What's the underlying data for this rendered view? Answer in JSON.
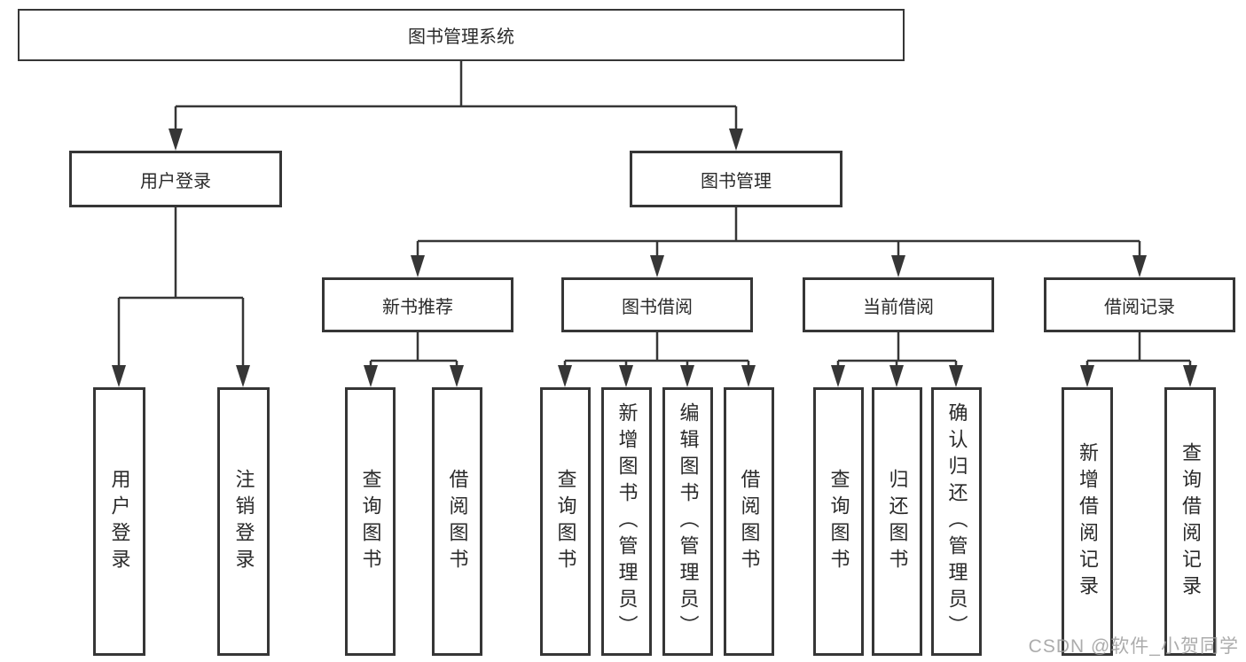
{
  "diagram": {
    "title": "图书管理系统",
    "nodes": {
      "root": "图书管理系统",
      "level2": [
        "用户登录",
        "图书管理"
      ],
      "level3": [
        "新书推荐",
        "图书借阅",
        "当前借阅",
        "借阅记录"
      ],
      "leaves_user_login": [
        "用户登录",
        "注销登录"
      ],
      "leaves_new_books": [
        "查询图书",
        "借阅图书"
      ],
      "leaves_borrow": [
        "查询图书",
        "新增图书（管理员）",
        "编辑图书（管理员）",
        "借阅图书"
      ],
      "leaves_current": [
        "查询图书",
        "归还图书",
        "确认归还（管理员）"
      ],
      "leaves_records": [
        "新增借阅记录",
        "查询借阅记录"
      ]
    },
    "colors": {
      "line": "#363636",
      "text": "#2a2a2a",
      "background": "#ffffff",
      "watermark": "#9e9e9e"
    }
  },
  "watermark": "CSDN @软件_小贺同学"
}
